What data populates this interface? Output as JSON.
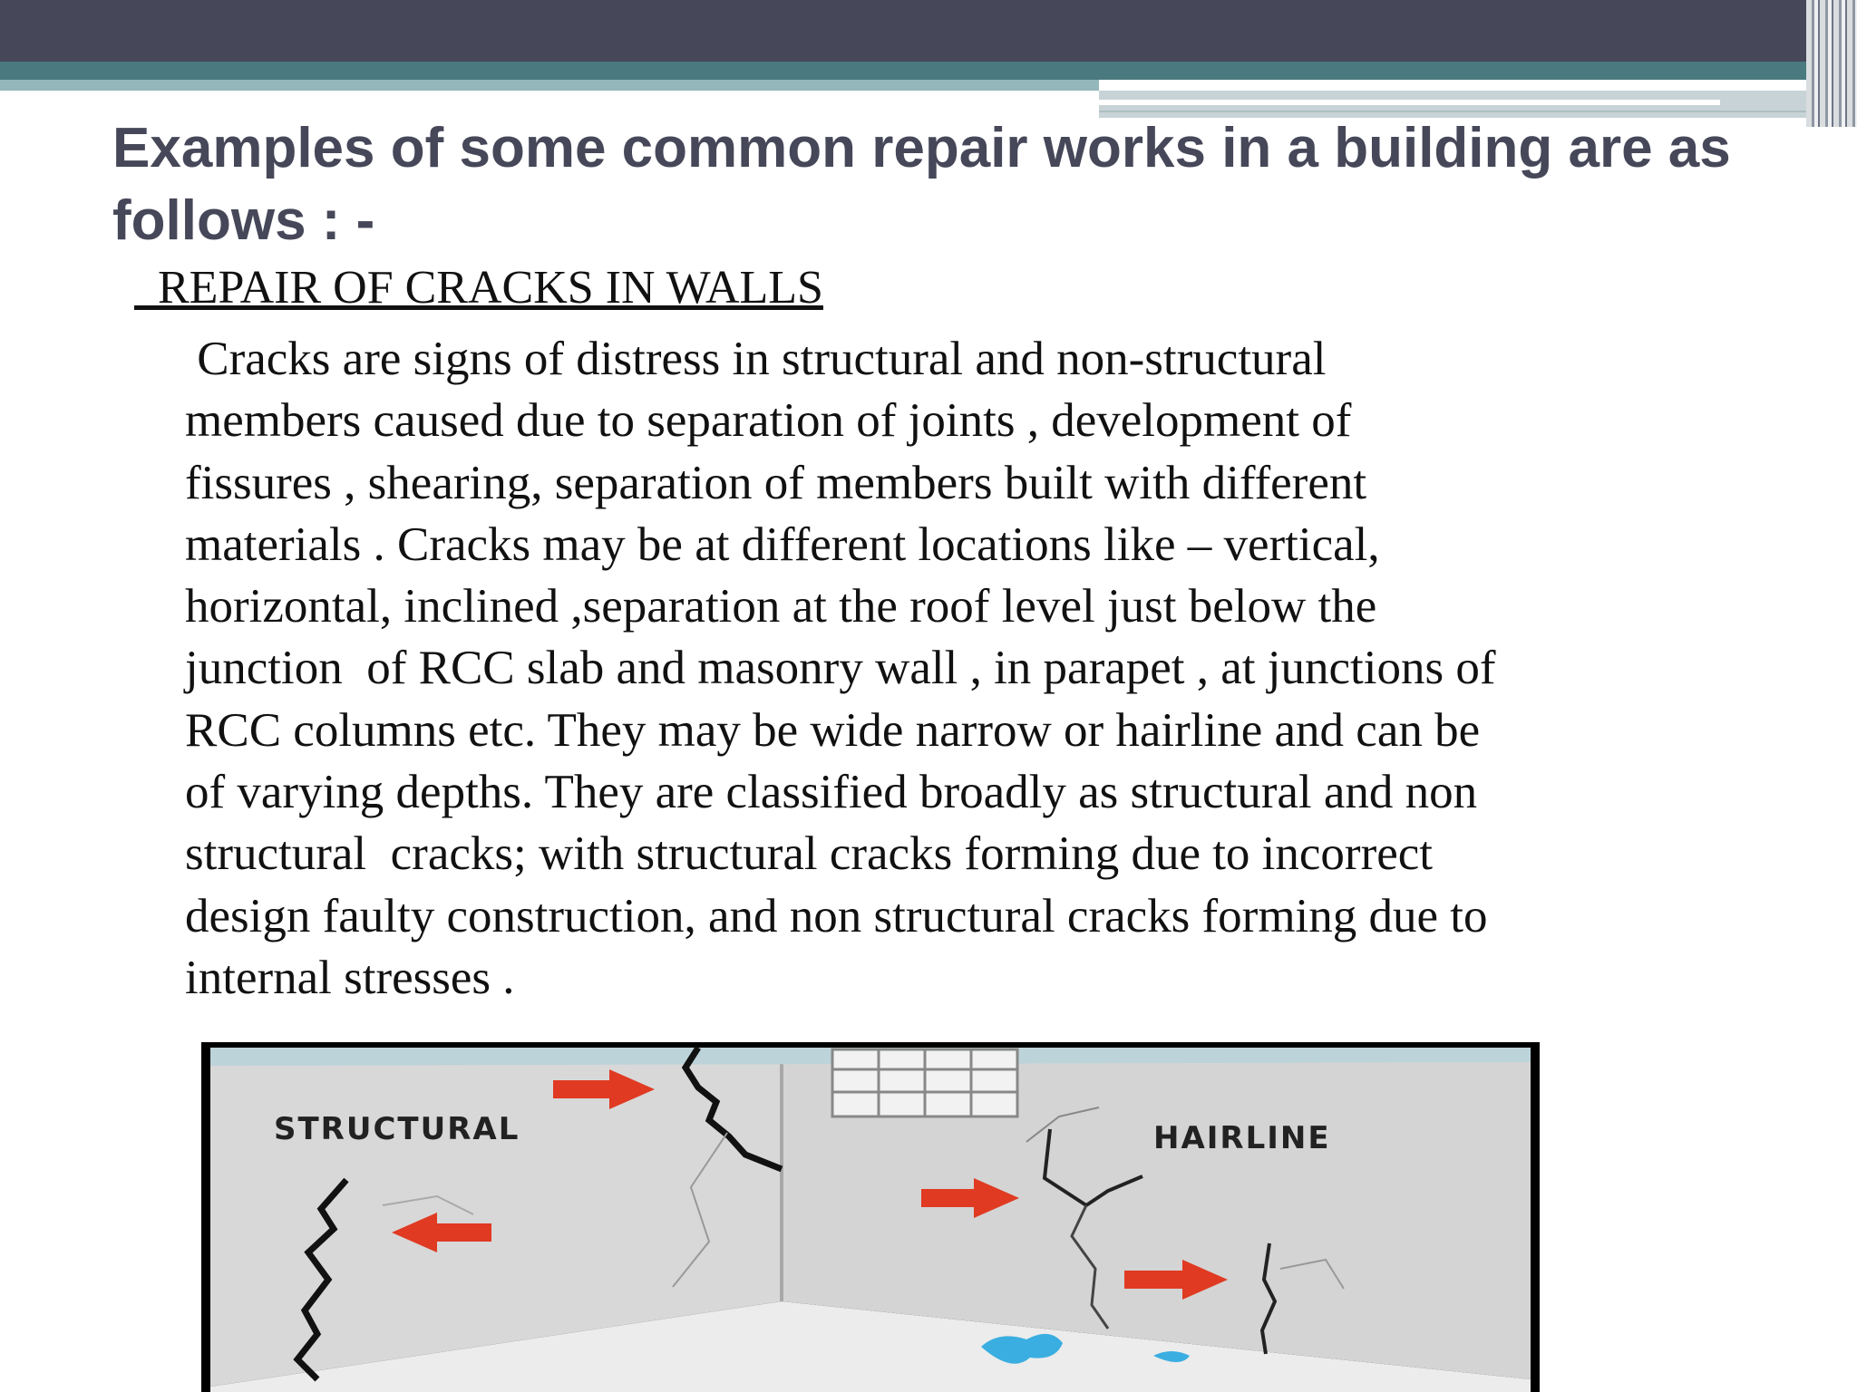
{
  "slide": {
    "title": "Examples of some common repair works in a building are as follows : -",
    "subheading": "  REPAIR OF CRACKS IN WALLS",
    "body_lines": [
      " Cracks are signs of distress in structural and non-structural",
      "members caused due to separation of joints , development of",
      "fissures , shearing, separation of members built with different",
      "materials . Cracks may be at different locations like – vertical,",
      "horizontal, inclined ,separation at the roof level just below the",
      "junction  of RCC slab and masonry wall , in parapet , at junctions of",
      "RCC columns etc. They may be wide narrow or hairline and can be",
      "of varying depths. They are classified broadly as structural and non",
      "structural  cracks; with structural cracks forming due to incorrect",
      "design faulty construction, and non structural cracks forming due to",
      "internal stresses ."
    ]
  },
  "figure": {
    "label_left": "STRUCTURAL",
    "label_right": "HAIRLINE",
    "arrow_color": "#e03a22",
    "water_color": "#3aaee0"
  },
  "theme": {
    "header_dark": "#464759",
    "header_teal": "#4a7a80",
    "title_color": "#464759"
  }
}
